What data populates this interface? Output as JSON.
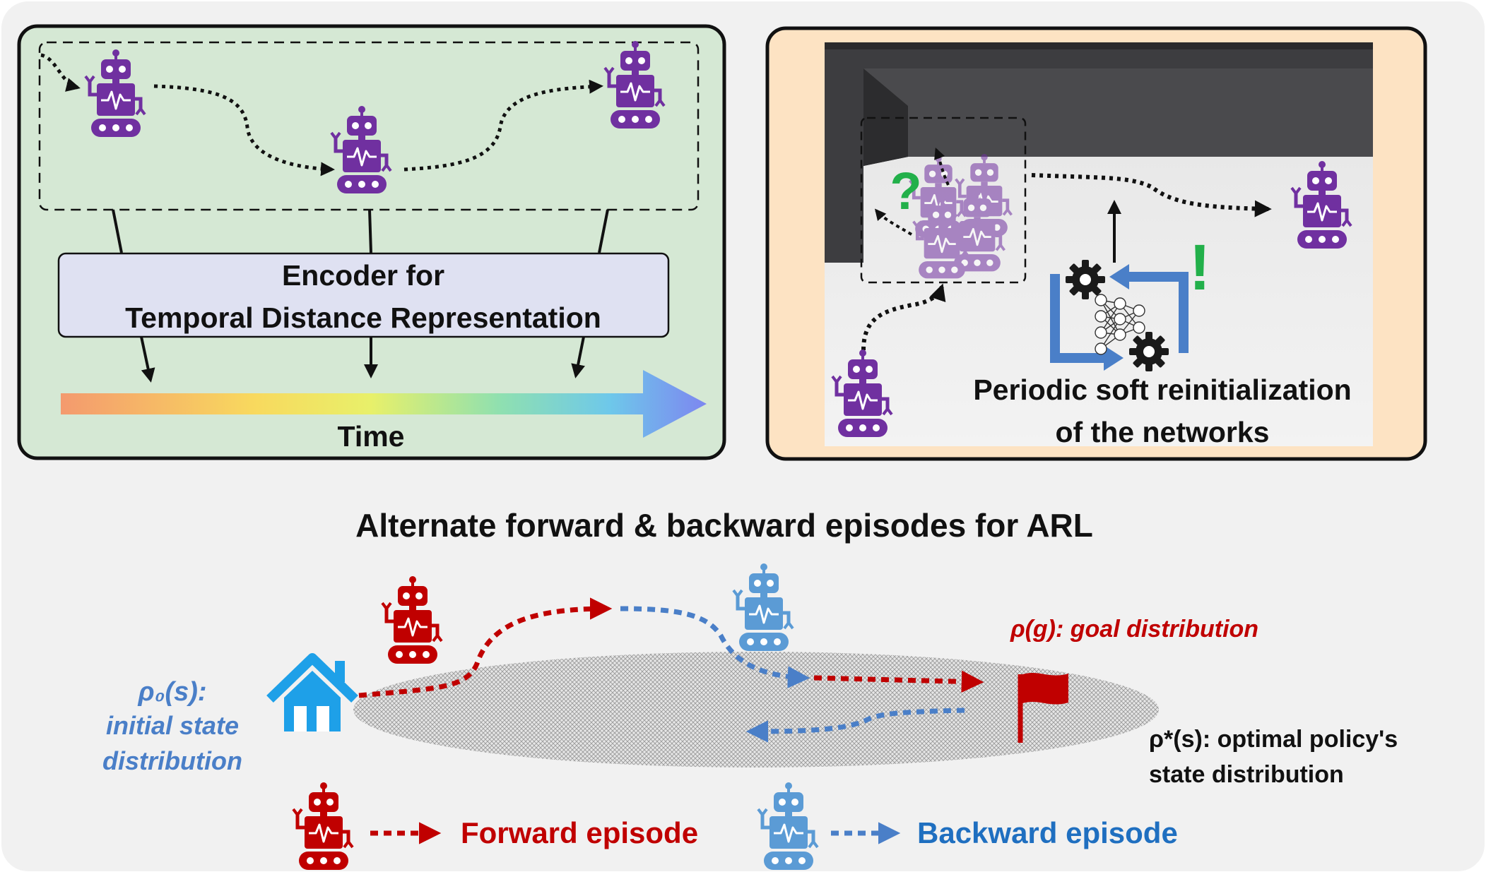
{
  "panel_left": {
    "encoder_line1": "Encoder for",
    "encoder_line2": "Temporal Distance Representation",
    "time_label": "Time"
  },
  "panel_right": {
    "question_mark": "?",
    "exclamation_mark": "!",
    "caption_line1": "Periodic soft reinitialization",
    "caption_line2": "of the networks"
  },
  "bottom": {
    "title": "Alternate forward & backward episodes for ARL",
    "initial_symbol": "ρ₀(s):",
    "initial_line1": "initial state",
    "initial_line2": "distribution",
    "goal_label": "ρ(g): goal distribution",
    "optimal_line1": "ρ*(s): optimal policy's",
    "optimal_line2": "state distribution",
    "legend_forward": "Forward episode",
    "legend_backward": "Backward episode"
  },
  "colors": {
    "robot_purple": "#7030a0",
    "robot_purple_faded": "#a98bc9",
    "robot_red": "#c00000",
    "robot_blue": "#5b9bd5",
    "forward_red": "#c00000",
    "backward_blue": "#4a7fc8",
    "green_mark": "#22b04a",
    "house_blue": "#1ea0e8",
    "left_panel_bg": "#d5e8d4",
    "right_panel_bg": "#fde3c3"
  },
  "icons": [
    "robot-icon",
    "house-icon",
    "flag-icon",
    "gear-icon",
    "neural-net-icon"
  ]
}
